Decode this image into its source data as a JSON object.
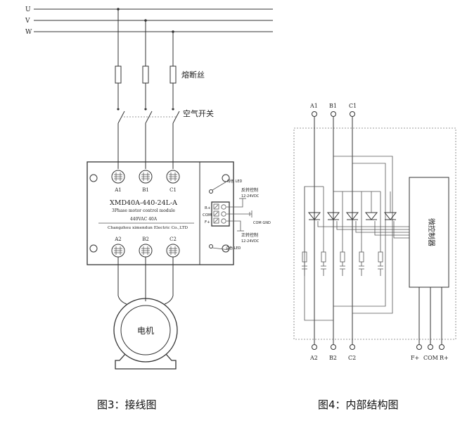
{
  "fig3": {
    "phase_u": "U",
    "phase_v": "V",
    "phase_w": "W",
    "fuse_label": "熔断丝",
    "breaker_label": "空气开关",
    "terminal_a1": "A1",
    "terminal_b1": "B1",
    "terminal_c1": "C1",
    "terminal_a2": "A2",
    "terminal_b2": "B2",
    "terminal_c2": "C2",
    "model": "XMD40A-440-24L-A",
    "subtitle": "3Phase motor control module",
    "rating": "440VAC 40A",
    "maker": "Changzhou ximendun Electric Co.,LTD",
    "led_top": "绿色 LED",
    "reverse_label": "反转控制",
    "reverse_voltage": "12-24VDC",
    "pin_r": "R+",
    "pin_com": "COM",
    "pin_f": "F+",
    "com_gnd": "COM GND",
    "forward_label": "正转控制",
    "forward_voltage": "12-24VDC",
    "led_bottom": "白色 LED",
    "motor_label": "电机",
    "caption": "图3：接线图"
  },
  "fig4": {
    "top_a1": "A1",
    "top_b1": "B1",
    "top_c1": "C1",
    "controller": "微控制器",
    "bottom_a2": "A2",
    "bottom_b2": "B2",
    "bottom_c2": "C2",
    "pin_f": "F+",
    "pin_com": "COM",
    "pin_r": "R+",
    "caption": "图4：内部结构图"
  }
}
